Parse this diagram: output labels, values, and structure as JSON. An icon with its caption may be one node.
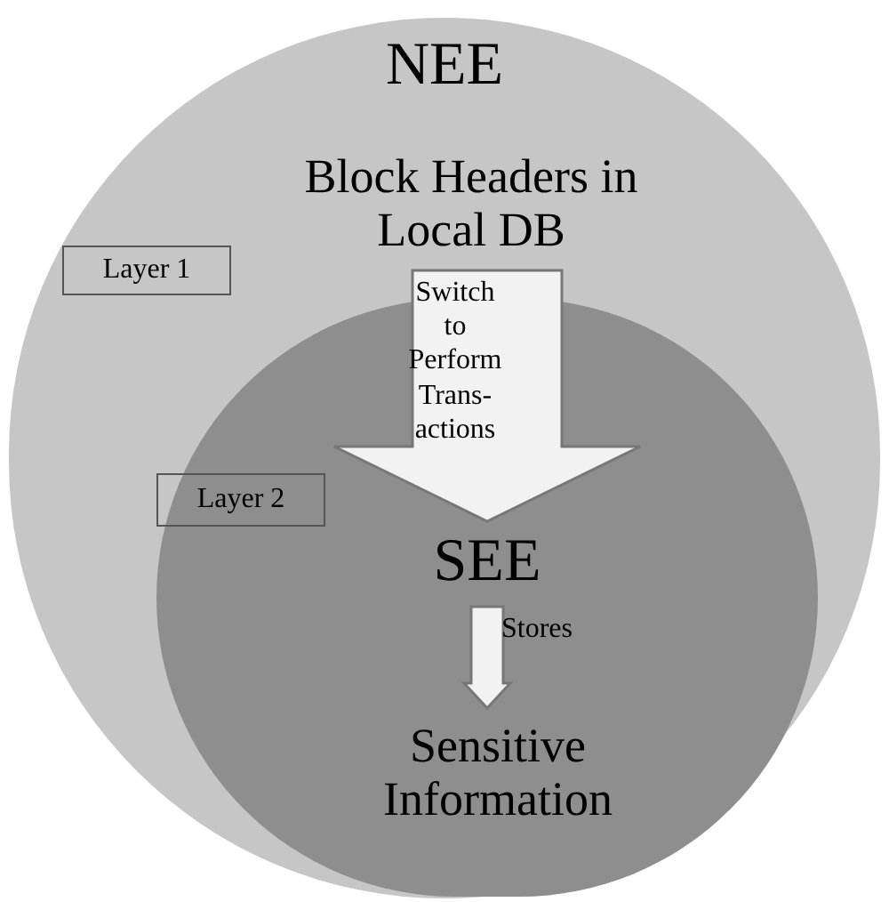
{
  "diagram": {
    "nodes": [
      {
        "text": [
          "NEE"
        ]
      },
      {
        "text": [
          "Block Headers in Local DB"
        ],
        "in": 0
      },
      {
        "text": [
          "Layer 1"
        ],
        "in": 0
      },
      {
        "text": [],
        "shape": "circle",
        "in": 0
      },
      {
        "text": [
          "Layer 2"
        ],
        "in": 3
      },
      {
        "text": [
          "SEE"
        ],
        "in": 3
      },
      {
        "text": [
          "Sensitive Information"
        ],
        "in": 3
      }
    ],
    "edges": [
      {
        "from": 1,
        "to": 5,
        "arrow": "to",
        "label": "Switch to Perform Trans- actions"
      },
      {
        "from": 5,
        "to": 6,
        "arrow": "to",
        "label": "Stores"
      }
    ]
  }
}
